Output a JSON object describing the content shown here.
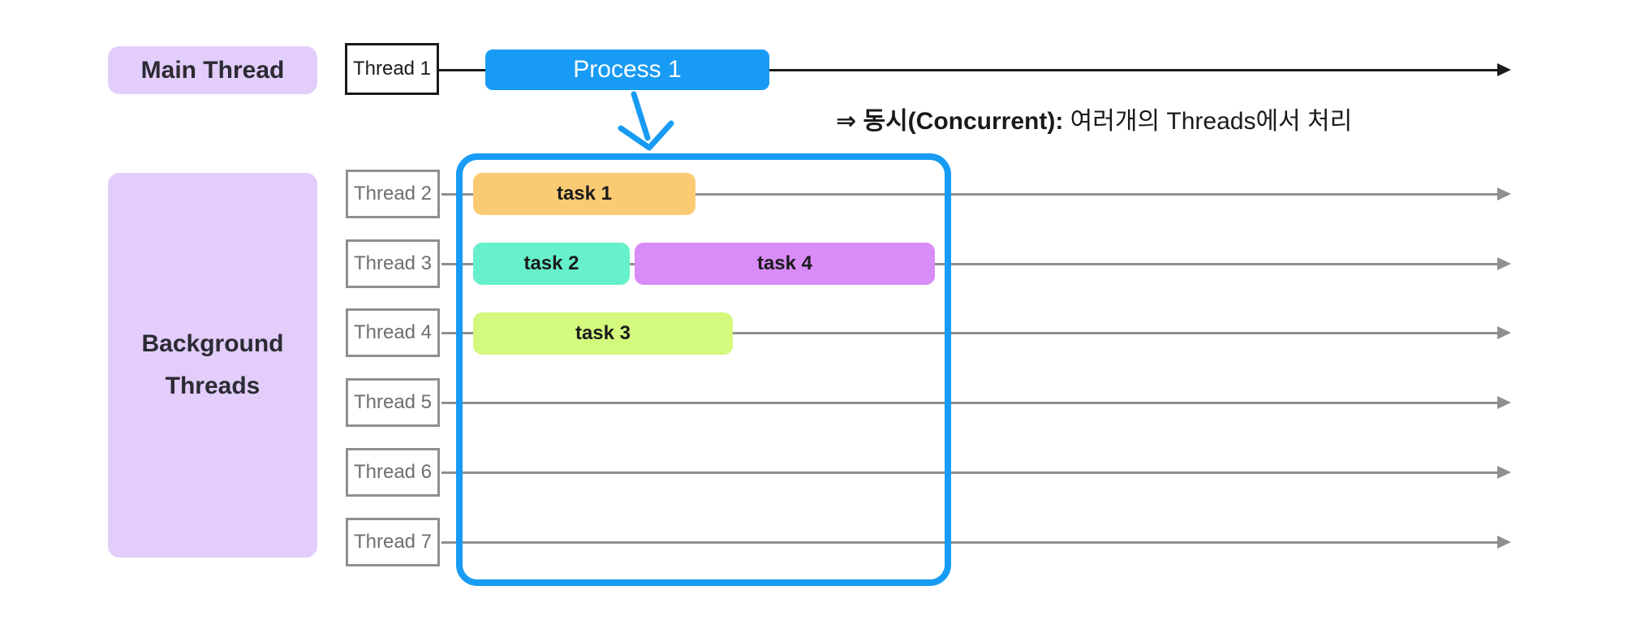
{
  "colors": {
    "purple_label_bg": "#e3cdfa",
    "process_blue": "#189bf4",
    "task1_orange": "#fbcb74",
    "task2_mint": "#66f0cb",
    "task3_lime": "#d3f97d",
    "task4_violet": "#d98bf7",
    "black_line": "#1a1a1a",
    "gray_line": "#8f8f8f",
    "thread_label_gray": "#6e6e6e",
    "label_text_dark": "#2b2b33"
  },
  "main_thread": {
    "section_label": "Main Thread",
    "thread_box_label": "Thread 1",
    "process_label": "Process 1"
  },
  "background_threads": {
    "section_label_line1": "Background",
    "section_label_line2": "Threads",
    "threads": [
      {
        "label": "Thread 2"
      },
      {
        "label": "Thread 3"
      },
      {
        "label": "Thread 4"
      },
      {
        "label": "Thread 5"
      },
      {
        "label": "Thread 6"
      },
      {
        "label": "Thread 7"
      }
    ]
  },
  "tasks": [
    {
      "label": "task 1",
      "thread": "Thread 2",
      "color": "#fbcb74"
    },
    {
      "label": "task 2",
      "thread": "Thread 3",
      "color": "#66f0cb"
    },
    {
      "label": "task 3",
      "thread": "Thread 4",
      "color": "#d3f97d"
    },
    {
      "label": "task 4",
      "thread": "Thread 3",
      "color": "#d98bf7"
    }
  ],
  "annotation": {
    "bold": "⇒ 동시(Concurrent):",
    "regular": " 여러개의 Threads에서 처리"
  }
}
